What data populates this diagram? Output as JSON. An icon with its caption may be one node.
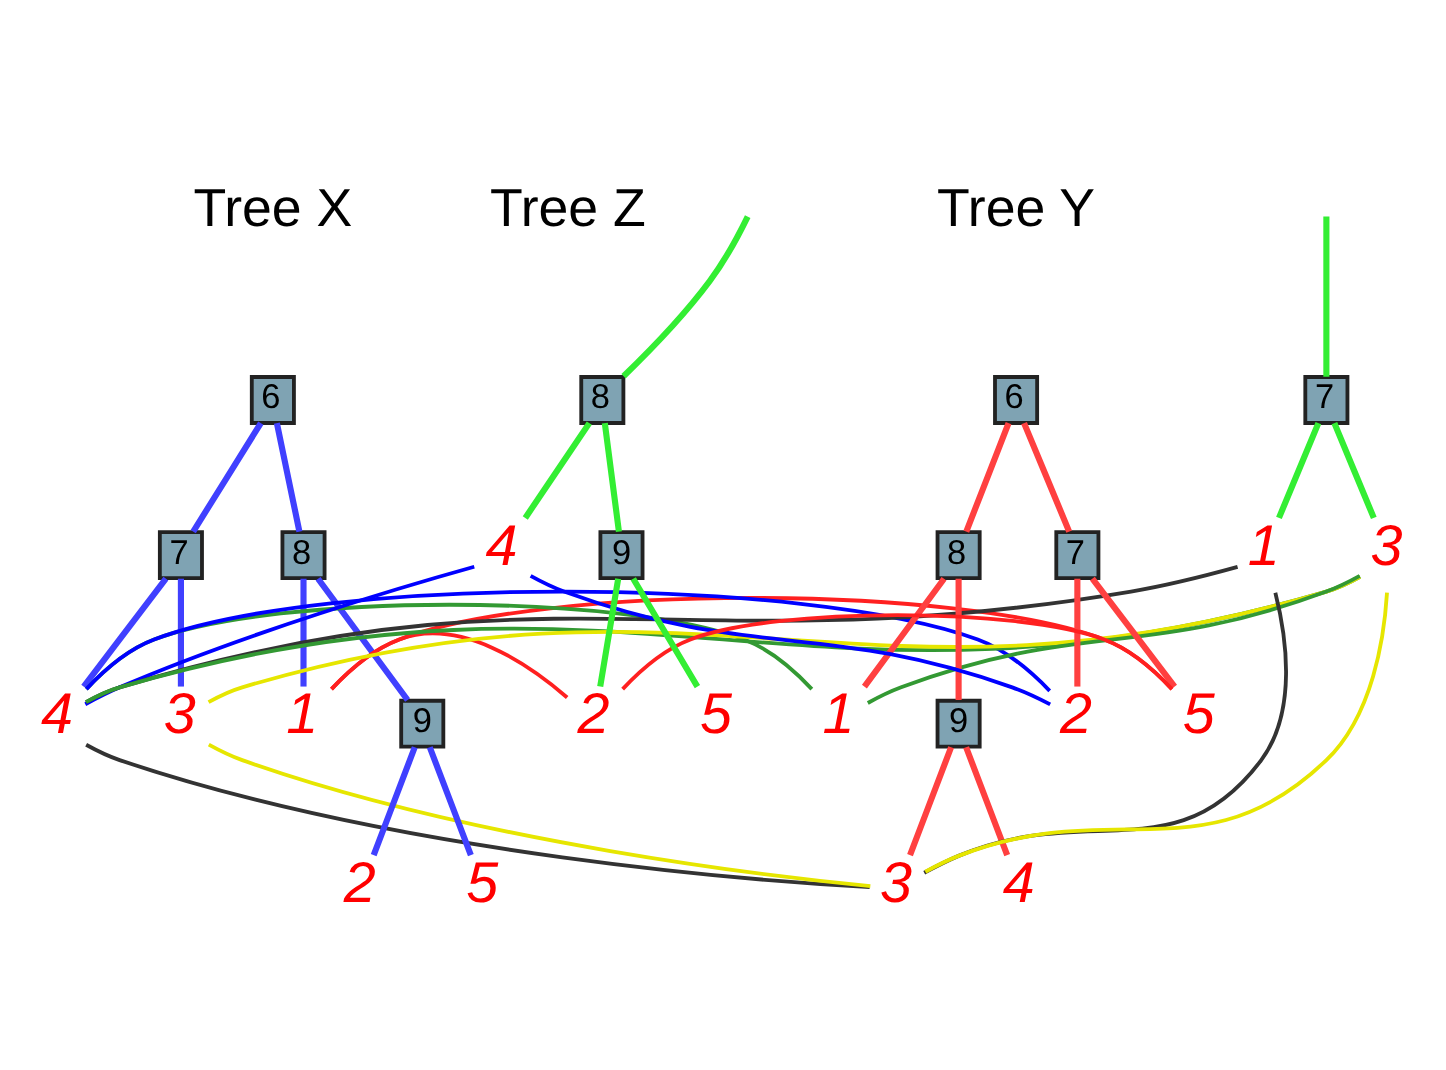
{
  "diagram": {
    "nodes": [
      {
        "text": [
          "6"
        ]
      },
      {
        "text": [
          "7"
        ]
      },
      {
        "text": [
          "8"
        ]
      },
      {
        "text": [
          "1"
        ]
      },
      {
        "text": [
          "4"
        ]
      },
      {
        "text": [
          "3"
        ]
      },
      {
        "text": [
          "9"
        ]
      },
      {
        "text": [
          "2"
        ]
      },
      {
        "text": [
          "5"
        ]
      },
      {
        "text": [
          "1"
        ]
      },
      {
        "text": [
          "8"
        ]
      },
      {
        "text": [
          "6"
        ]
      },
      {
        "text": [
          "9"
        ]
      },
      {
        "text": [
          "4"
        ]
      },
      {
        "text": [
          "3"
        ]
      },
      {
        "text": [
          "2"
        ]
      },
      {
        "text": [
          "7"
        ]
      },
      {
        "text": [
          "5"
        ]
      },
      {
        "text": [
          "4"
        ]
      },
      {
        "text": [
          "8"
        ]
      },
      {
        "text": [
          "2"
        ]
      },
      {
        "text": [
          "9"
        ]
      },
      {
        "text": [
          "5"
        ]
      },
      {
        "text": [
          "1"
        ]
      },
      {
        "text": [
          "7"
        ]
      },
      {
        "text": [
          "3"
        ]
      }
    ],
    "edges": [
      {
        "from": 0,
        "to": 1,
        "arrow": "none",
        "color": "#4040ff"
      },
      {
        "from": 0,
        "to": 2,
        "arrow": "none",
        "color": "#4040ff"
      },
      {
        "from": 1,
        "to": 5,
        "arrow": "none",
        "color": "#4040ff"
      },
      {
        "from": 1,
        "to": 4,
        "arrow": "none",
        "color": "#4040ff"
      },
      {
        "from": 2,
        "to": 3,
        "arrow": "none",
        "color": "#4040ff"
      },
      {
        "from": 2,
        "to": 6,
        "arrow": "none",
        "color": "#4040ff"
      },
      {
        "from": 6,
        "to": 7,
        "arrow": "none",
        "color": "#4040ff"
      },
      {
        "from": 6,
        "to": 8,
        "arrow": "none",
        "color": "#4040ff"
      },
      {
        "from": 11,
        "to": 10,
        "arrow": "none",
        "color": "#ff4040"
      },
      {
        "from": 11,
        "to": 16,
        "arrow": "none",
        "color": "#ff4040"
      },
      {
        "from": 10,
        "to": 9,
        "arrow": "none",
        "color": "#ff4040"
      },
      {
        "from": 10,
        "to": 12,
        "arrow": "none",
        "color": "#ff4040"
      },
      {
        "from": 12,
        "to": 13,
        "arrow": "none",
        "color": "#ff4040"
      },
      {
        "from": 12,
        "to": 14,
        "arrow": "none",
        "color": "#ff4040"
      },
      {
        "from": 16,
        "to": 15,
        "arrow": "none",
        "color": "#ff4040"
      },
      {
        "from": 16,
        "to": 17,
        "arrow": "none",
        "color": "#ff4040"
      },
      {
        "from": null,
        "to": 19,
        "arrow": "none",
        "color": "#33ee33"
      },
      {
        "from": null,
        "to": 24,
        "arrow": "none",
        "color": "#33ee33"
      },
      {
        "from": 19,
        "to": 18,
        "arrow": "none",
        "color": "#33ee33"
      },
      {
        "from": 19,
        "to": 21,
        "arrow": "none",
        "color": "#33ee33"
      },
      {
        "from": 21,
        "to": 20,
        "arrow": "none",
        "color": "#33ee33"
      },
      {
        "from": 21,
        "to": 22,
        "arrow": "none",
        "color": "#33ee33"
      },
      {
        "from": 24,
        "to": 23,
        "arrow": "none",
        "color": "#33ee33"
      },
      {
        "from": 24,
        "to": 25,
        "arrow": "none",
        "color": "#33ee33"
      },
      {
        "from": 4,
        "to": 9,
        "arrow": "none",
        "color": "#339933"
      },
      {
        "from": 9,
        "to": 25,
        "arrow": "none",
        "color": "#339933"
      },
      {
        "from": 4,
        "to": 25,
        "arrow": "none",
        "color": "#339933"
      },
      {
        "from": 4,
        "to": 14,
        "arrow": "none",
        "color": "#333333"
      },
      {
        "from": 14,
        "to": 23,
        "arrow": "none",
        "color": "#333333"
      },
      {
        "from": 4,
        "to": 23,
        "arrow": "none",
        "color": "#333333"
      },
      {
        "from": 4,
        "to": 15,
        "arrow": "none",
        "color": "#0000ff"
      },
      {
        "from": 15,
        "to": 18,
        "arrow": "none",
        "color": "#0000ff"
      },
      {
        "from": 4,
        "to": 18,
        "arrow": "none",
        "color": "#0000ff"
      },
      {
        "from": 5,
        "to": 14,
        "arrow": "none",
        "color": "#e6e600"
      },
      {
        "from": 14,
        "to": 25,
        "arrow": "none",
        "color": "#e6e600"
      },
      {
        "from": 5,
        "to": 25,
        "arrow": "none",
        "color": "#e6e600"
      },
      {
        "from": 3,
        "to": 17,
        "arrow": "none",
        "color": "#ff2020"
      },
      {
        "from": 17,
        "to": 20,
        "arrow": "none",
        "color": "#ff2020"
      },
      {
        "from": 3,
        "to": 20,
        "arrow": "none",
        "color": "#ff2020"
      }
    ],
    "labels": [
      "Tree X",
      "Tree Y",
      "Tree Z"
    ]
  }
}
